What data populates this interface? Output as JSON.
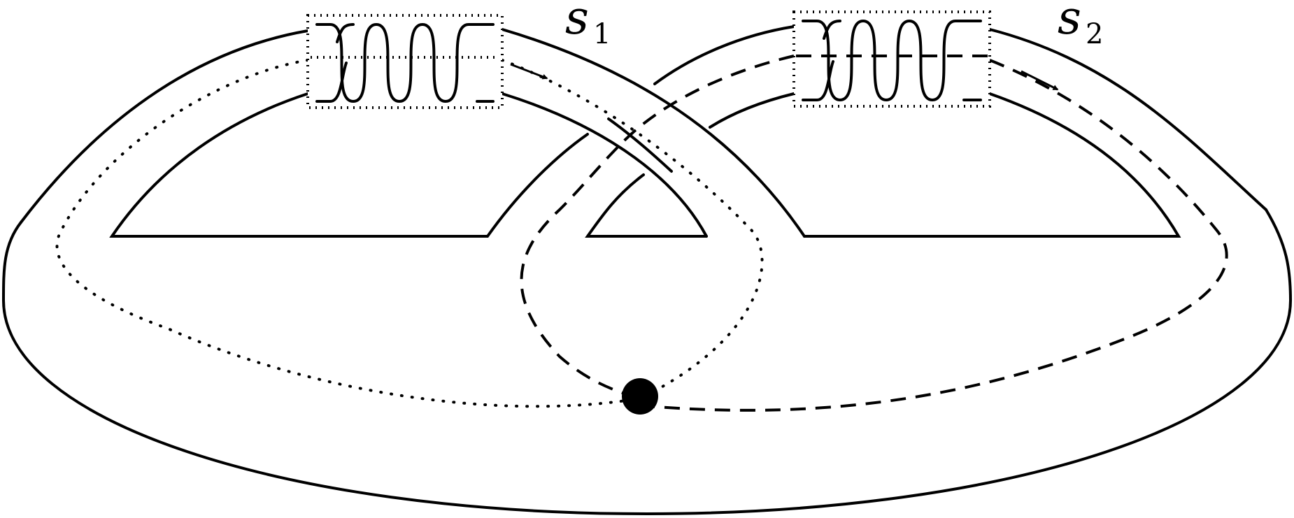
{
  "labels": {
    "s1": {
      "base": "s",
      "subscript": "1"
    },
    "s2": {
      "base": "s",
      "subscript": "2"
    }
  },
  "twist_boxes": [
    {
      "name": "s1",
      "crossings": 5,
      "curve_style": "dotted"
    },
    {
      "name": "s2",
      "crossings": 5,
      "curve_style": "dashed"
    }
  ],
  "colors": {
    "stroke": "#000000",
    "background": "#ffffff"
  }
}
